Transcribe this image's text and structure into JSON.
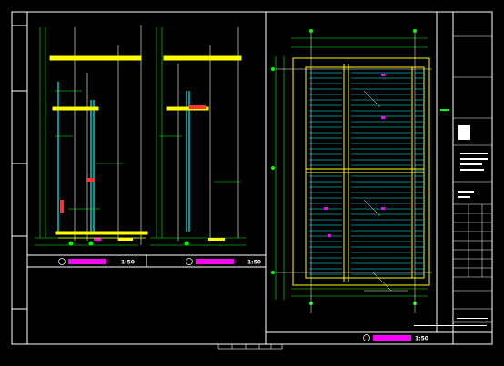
{
  "drawing": {
    "views": [
      {
        "scale": "1:50"
      },
      {
        "scale": "1:50"
      },
      {
        "scale": "1:50"
      }
    ]
  },
  "colors": {
    "background": "#000000",
    "frame": "#ffffff",
    "glass": "#00ffff",
    "structure": "#ffff00",
    "dimension": "#00ff00",
    "title_label": "#ff00ff",
    "annotation_red": "#ff3333"
  }
}
